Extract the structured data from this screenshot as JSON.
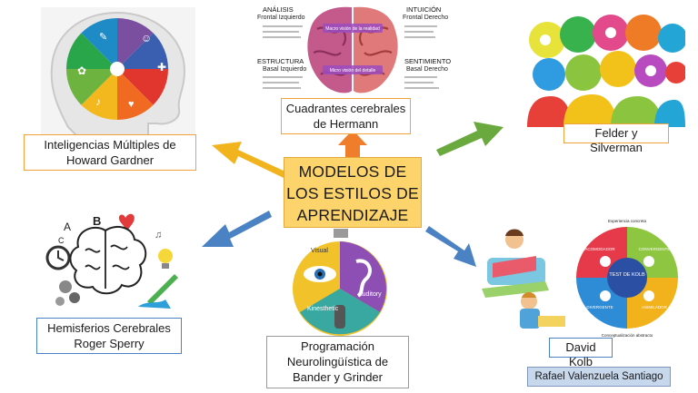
{
  "center": {
    "lines": [
      "MODELOS DE",
      "LOS ESTILOS DE",
      "APRENDIZAJE"
    ]
  },
  "gardner": {
    "lines": [
      "Inteligencias Múltiples de",
      "Howard Gardner"
    ]
  },
  "hermann": {
    "lines": [
      "Cuadrantes cerebrales",
      "de Hermann"
    ],
    "analisis": "ANÁLISIS",
    "analisis_sub": "Frontal Izquierdo",
    "intuicion": "INTUICIÓN",
    "intuicion_sub": "Frontal Derecho",
    "estructura": "ESTRUCTURA",
    "estructura_sub": "Basal Izquierdo",
    "sentimiento": "SENTIMIENTO",
    "sentimiento_sub": "Basal Derecho",
    "top_band": "Macro visión de la realidad",
    "bottom_band": "Micro visión del detalle"
  },
  "felder": {
    "label": "Felder y Silverman"
  },
  "sperry": {
    "lines": [
      "Hemisferios Cerebrales",
      "Roger Sperry"
    ]
  },
  "pnl": {
    "lines": [
      "Programación",
      "Neurolingüística de",
      "Bander y Grinder"
    ],
    "visual": "Visual",
    "auditory": "Auditory",
    "kinesthetic": "Kinesthetic"
  },
  "kolb": {
    "label": "David Kolb",
    "center": "TEST DE KOLB",
    "acomodador": "ACOMODADOR",
    "convergente": "CONVERGENTE",
    "divergente": "DIVERGENTE",
    "asimilador": "ASIMILADOR",
    "experiencia": "Experiencia concreta",
    "conceptualizacion": "Conceptualización abstracto"
  },
  "author": "Rafael Valenzuela Santiago",
  "colors": {
    "center_fill": "#fcd46b",
    "box_border": "#f0a33a",
    "arrow_orange": "#ef7d2c",
    "arrow_yellow": "#f2b41e",
    "arrow_green": "#6aa93d",
    "arrow_blue": "#4a82c4",
    "arrow_gray": "#9a9a9a",
    "author_fill": "#c7d7ec"
  }
}
